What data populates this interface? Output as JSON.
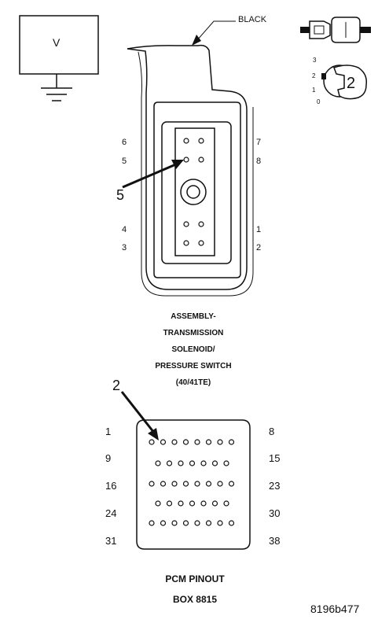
{
  "meter": {
    "label": "V"
  },
  "wire_label": "BLACK",
  "key_icon_callout": "2",
  "key_positions": [
    "3",
    "2",
    "1",
    "0"
  ],
  "connector": {
    "pin_labels": {
      "p6": "6",
      "p5": "5",
      "p4": "4",
      "p3": "3",
      "p7": "7",
      "p8": "8",
      "p1": "1",
      "p2": "2"
    },
    "callout": "5",
    "caption": [
      "ASSEMBLY-",
      "TRANSMISSION",
      "SOLENOID/",
      "PRESSURE SWITCH",
      "(40/41TE)"
    ]
  },
  "pcm": {
    "callout": "2",
    "left_labels": [
      "1",
      "9",
      "16",
      "24",
      "31"
    ],
    "right_labels": [
      "8",
      "15",
      "23",
      "30",
      "38"
    ],
    "caption": [
      "PCM PINOUT",
      "BOX 8815"
    ]
  },
  "figure_id": "8196b477"
}
